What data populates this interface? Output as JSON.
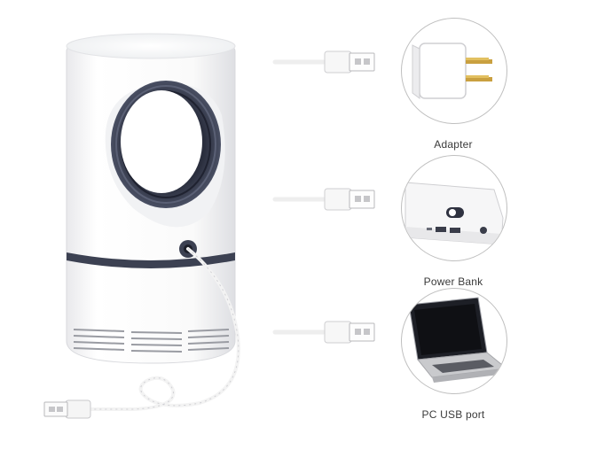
{
  "power_sources": [
    {
      "id": "adapter",
      "label": "Adapter",
      "icon": "wall-adapter-icon"
    },
    {
      "id": "power-bank",
      "label": "Power Bank",
      "icon": "power-bank-icon"
    },
    {
      "id": "pc",
      "label": "PC USB port",
      "icon": "laptop-icon"
    }
  ],
  "colors": {
    "product_body": "#ffffff",
    "product_accent": "#3c4152",
    "outline": "#bfbfbf",
    "caption": "#3a3a3a"
  }
}
